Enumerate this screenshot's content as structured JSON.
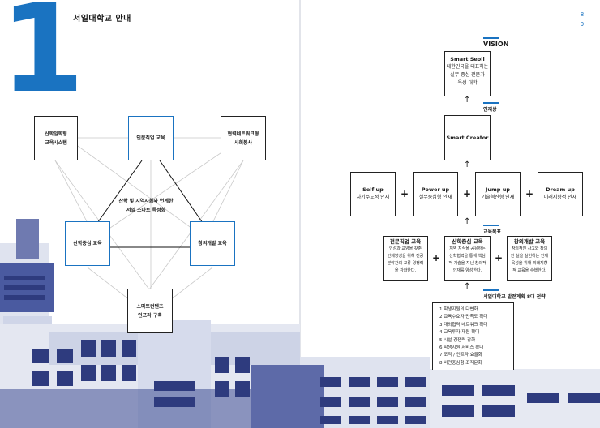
{
  "page": {
    "chapter_number": "1",
    "section_title": "서일대학교 안내",
    "page_numbers": [
      "8",
      "9"
    ]
  },
  "left": {
    "nodes": {
      "top_left": [
        "산학일학형",
        "교육시스템"
      ],
      "top_center": "인문직업 교육",
      "top_right": [
        "협력네트워크형",
        "사회봉사"
      ],
      "center": [
        "산학 및 지역사회와 연계한",
        "서일 스마트 특성화"
      ],
      "mid_left": "산학중심 교육",
      "mid_right": "창의개발 교육",
      "bottom": [
        "스마트컨텐츠",
        "인프라 구축"
      ]
    }
  },
  "right": {
    "vision_tag": "VISION",
    "vision_box": [
      "Smart Seoil",
      "대한민국을 대표하는",
      "실무 중심 전문가",
      "육성 대학"
    ],
    "talent_tag": "인재상",
    "smart_creator": "Smart Creator",
    "ups": [
      {
        "title": "Self up",
        "desc": "자기주도적 인재"
      },
      {
        "title": "Power up",
        "desc": "실무중심형 인재"
      },
      {
        "title": "Jump up",
        "desc": "기술혁신형 인재"
      },
      {
        "title": "Dream up",
        "desc": "미래지향적 인재"
      }
    ],
    "edu_goal_tag": "교육목표",
    "goals": [
      {
        "title": "전문직업 교육",
        "lines": [
          "인성과 교양을 갖춘",
          "인재양성을 위해 전공",
          "분야간의 교류 경쟁력",
          "을 강화한다."
        ]
      },
      {
        "title": "산학중심 교육",
        "lines": [
          "지역 지식을 공유하는",
          "산학협력을 통해 핵심",
          "적 기술을 지닌 창의적",
          "인재를 양성한다."
        ]
      },
      {
        "title": "창의개발 교육",
        "lines": [
          "창의적인 사고와 창의",
          "한 실을 실현하는 인재",
          "육성을 위해 미래지향",
          "적 교육을 수행한다."
        ]
      }
    ],
    "strategy_tag": "서일대학교 발전계획 8대 전략",
    "strategies": [
      "1  학생지원의 다변화",
      "2  교육수요자 만족도 확대",
      "3  대외협력 네트워크 확대",
      "4  교육투자 재원 확대",
      "5  시설 경쟁력 강화",
      "6  학생지원 서비스 확대",
      "7  조직 / 인프라 효율화",
      "8  비전중심형 조직문화"
    ]
  },
  "colors": {
    "accent": "#1a73c1",
    "ink": "#1a1a1a",
    "photo_tint": "#3a4a8c"
  }
}
